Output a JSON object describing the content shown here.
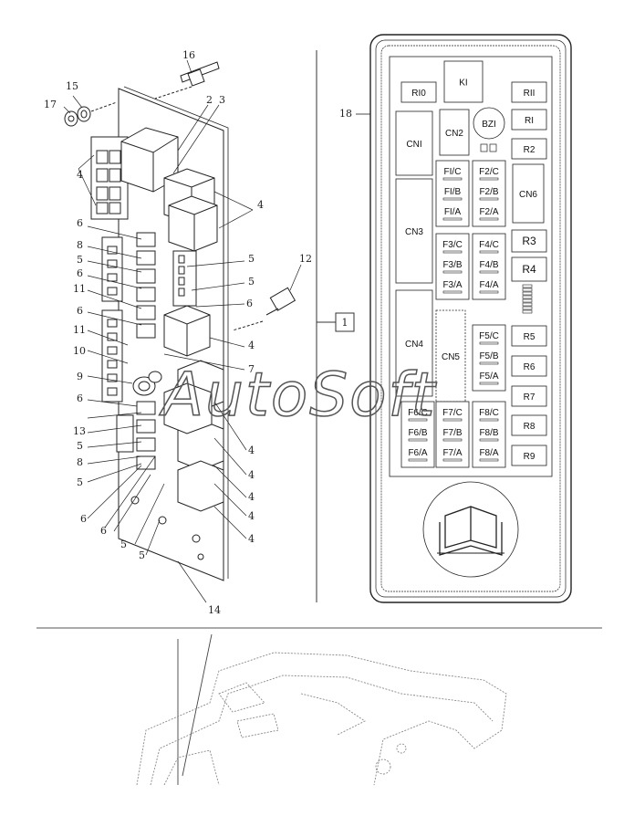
{
  "watermark": "AutoSoft",
  "board_box_label": "1",
  "callouts": [
    {
      "id": "c16",
      "text": "16"
    },
    {
      "id": "c15",
      "text": "15"
    },
    {
      "id": "c17",
      "text": "17"
    },
    {
      "id": "c2",
      "text": "2"
    },
    {
      "id": "c3",
      "text": "3"
    },
    {
      "id": "c4a",
      "text": "4"
    },
    {
      "id": "c4b",
      "text": "4"
    },
    {
      "id": "c6a",
      "text": "6"
    },
    {
      "id": "c8a",
      "text": "8"
    },
    {
      "id": "c5a",
      "text": "5"
    },
    {
      "id": "c6b",
      "text": "6"
    },
    {
      "id": "c11a",
      "text": "11"
    },
    {
      "id": "c6c",
      "text": "6"
    },
    {
      "id": "c11b",
      "text": "11"
    },
    {
      "id": "c10",
      "text": "10"
    },
    {
      "id": "c9",
      "text": "9"
    },
    {
      "id": "c6d",
      "text": "6"
    },
    {
      "id": "c13",
      "text": "13"
    },
    {
      "id": "c5b",
      "text": "5"
    },
    {
      "id": "c8b",
      "text": "8"
    },
    {
      "id": "c5c",
      "text": "5"
    },
    {
      "id": "c6e",
      "text": "6"
    },
    {
      "id": "c6f",
      "text": "6"
    },
    {
      "id": "c5d",
      "text": "5"
    },
    {
      "id": "c5e",
      "text": "5"
    },
    {
      "id": "c14",
      "text": "14"
    },
    {
      "id": "c12",
      "text": "12"
    },
    {
      "id": "c5f",
      "text": "5"
    },
    {
      "id": "c5g",
      "text": "5"
    },
    {
      "id": "c6g",
      "text": "6"
    },
    {
      "id": "c4c",
      "text": "4"
    },
    {
      "id": "c7",
      "text": "7"
    },
    {
      "id": "c4d",
      "text": "4"
    },
    {
      "id": "c4e",
      "text": "4"
    },
    {
      "id": "c4f",
      "text": "4"
    },
    {
      "id": "c4g",
      "text": "4"
    },
    {
      "id": "c4h",
      "text": "4"
    },
    {
      "id": "c18",
      "text": "18"
    }
  ],
  "panel": {
    "relays": [
      "RI0",
      "KI",
      "RII",
      "RI",
      "R2",
      "R3",
      "R4",
      "R5",
      "R6",
      "R7",
      "R8",
      "R9"
    ],
    "connectors": [
      "CNI",
      "CN2",
      "CN3",
      "CN4",
      "CN5",
      "CN6"
    ],
    "buzzer": "BZI",
    "fuses": [
      "FI/C",
      "FI/B",
      "FI/A",
      "F2/C",
      "F2/B",
      "F2/A",
      "F3/C",
      "F3/B",
      "F3/A",
      "F4/C",
      "F4/B",
      "F4/A",
      "F5/C",
      "F5/B",
      "F5/A",
      "F6/C",
      "F6/B",
      "F6/A",
      "F7/C",
      "F7/B",
      "F7/A",
      "F8/C",
      "F8/B",
      "F8/A"
    ]
  }
}
